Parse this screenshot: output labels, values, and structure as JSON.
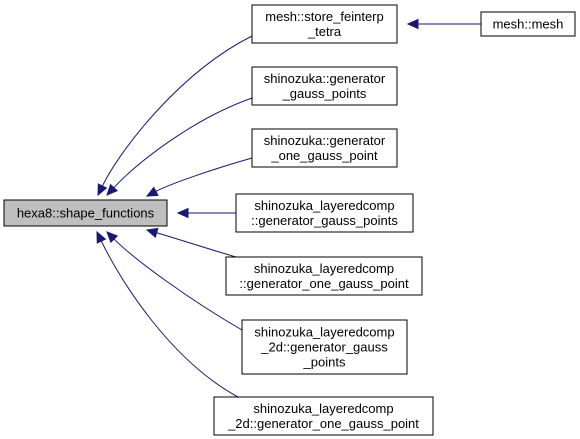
{
  "graph": {
    "root": {
      "id": "hexa8",
      "lines": [
        "hexa8::shape_functions"
      ]
    },
    "nodes": [
      {
        "id": "store_feinterp",
        "lines": [
          "mesh::store_feinterp",
          "_tetra"
        ]
      },
      {
        "id": "mesh_mesh",
        "lines": [
          "mesh::mesh"
        ]
      },
      {
        "id": "shin_gauss_points",
        "lines": [
          "shinozuka::generator",
          "_gauss_points"
        ]
      },
      {
        "id": "shin_one_gauss",
        "lines": [
          "shinozuka::generator",
          "_one_gauss_point"
        ]
      },
      {
        "id": "layered_gauss_points",
        "lines": [
          "shinozuka_layeredcomp",
          "::generator_gauss_points"
        ]
      },
      {
        "id": "layered_one_gauss",
        "lines": [
          "shinozuka_layeredcomp",
          "::generator_one_gauss_point"
        ]
      },
      {
        "id": "layered2d_gauss_points",
        "lines": [
          "shinozuka_layeredcomp",
          "_2d::generator_gauss",
          "_points"
        ]
      },
      {
        "id": "layered2d_one_gauss",
        "lines": [
          "shinozuka_layeredcomp",
          "_2d::generator_one_gauss_point"
        ]
      }
    ],
    "edges": [
      {
        "from": "store_feinterp",
        "to": "hexa8"
      },
      {
        "from": "mesh_mesh",
        "to": "store_feinterp"
      },
      {
        "from": "shin_gauss_points",
        "to": "hexa8"
      },
      {
        "from": "shin_one_gauss",
        "to": "hexa8"
      },
      {
        "from": "layered_gauss_points",
        "to": "hexa8"
      },
      {
        "from": "layered_one_gauss",
        "to": "hexa8"
      },
      {
        "from": "layered2d_gauss_points",
        "to": "hexa8"
      },
      {
        "from": "layered2d_one_gauss",
        "to": "hexa8"
      }
    ],
    "colors": {
      "edge": "#191970",
      "root_fill": "#bfbfbf",
      "node_fill": "#ffffff",
      "border": "#000000"
    }
  }
}
